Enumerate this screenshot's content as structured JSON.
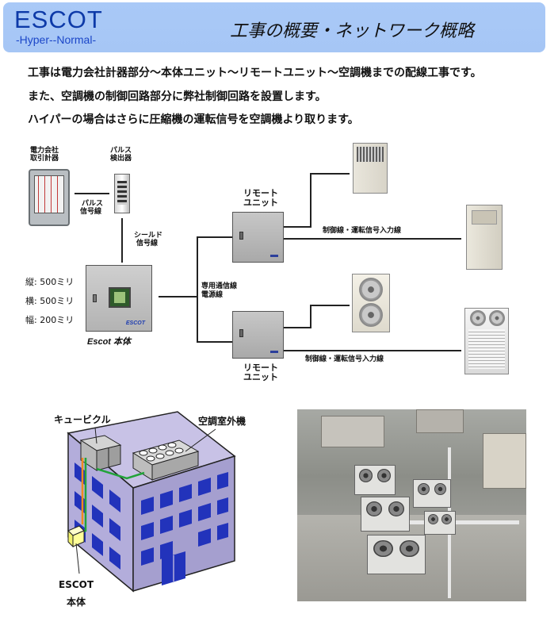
{
  "header": {
    "logo": "ESCOT",
    "logo_sub": "-Hyper--Normal-",
    "title": "工事の概要・ネットワーク概略"
  },
  "intro": [
    "工事は電力会社計器部分～本体ユニット～リモートユニット～空調機までの配線工事です。",
    "また、空調機の制御回路部分に弊社制御回路を設置します。",
    "ハイパーの場合はさらに圧縮機の運転信号を空調機より取ります。"
  ],
  "network": {
    "meter_label": [
      "電力会社",
      "取引計器"
    ],
    "pulse_label": [
      "パルス",
      "検出器"
    ],
    "pulse_line_label": [
      "パルス",
      "信号線"
    ],
    "shield_label": [
      "シールド",
      "信号線"
    ],
    "dedicated_line_label": [
      "専用通信線",
      "電源線"
    ],
    "remote_unit_label": [
      "リモート",
      "ユニット"
    ],
    "control_line_label": "制御線・運転信号入力線",
    "main_label": "Escot 本体",
    "main_brand": "ESCOT",
    "dimensions": [
      "縦: 500ミリ",
      "横: 500ミリ",
      "幅: 200ミリ"
    ]
  },
  "building": {
    "cubicle_label": "キュービクル",
    "outdoor_label": "空調室外機",
    "escot_label": [
      "ESCOT",
      "本体"
    ]
  },
  "colors": {
    "header_bg": "#a9c9f7",
    "logo": "#0d3aa8",
    "building_face": "#b3addb",
    "building_side": "#a59fcf",
    "window": "#2233bb",
    "escot_box": "#ffff99",
    "green_wire": "#22a33a",
    "orange_wire": "#f08a1e"
  }
}
